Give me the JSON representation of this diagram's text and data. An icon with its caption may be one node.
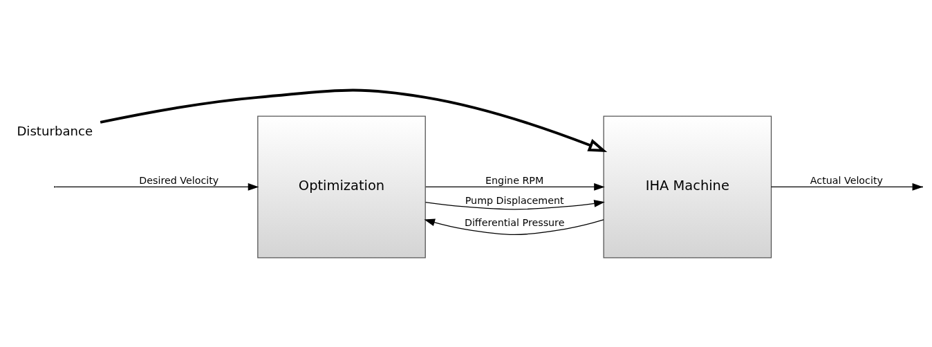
{
  "diagram": {
    "nodes": [
      {
        "text": [
          "Optimization"
        ]
      },
      {
        "text": [
          "IHA Machine"
        ]
      },
      {
        "text": [
          "Disturbance"
        ]
      }
    ],
    "edges": [
      {
        "from": null,
        "to": 0,
        "arrow": "to",
        "label": "Desired Velocity"
      },
      {
        "from": 0,
        "to": 1,
        "arrow": "to",
        "label": "Engine RPM"
      },
      {
        "from": 0,
        "to": 1,
        "arrow": "to",
        "label": "Pump Displacement"
      },
      {
        "from": 2,
        "to": 1,
        "arrow": "to",
        "style": "thick"
      },
      {
        "from": 1,
        "to": null,
        "arrow": "to",
        "label": "Actual Velocity"
      },
      {
        "from": 1,
        "to": 0,
        "arrow": "to",
        "label": "Differential Pressure"
      }
    ]
  }
}
